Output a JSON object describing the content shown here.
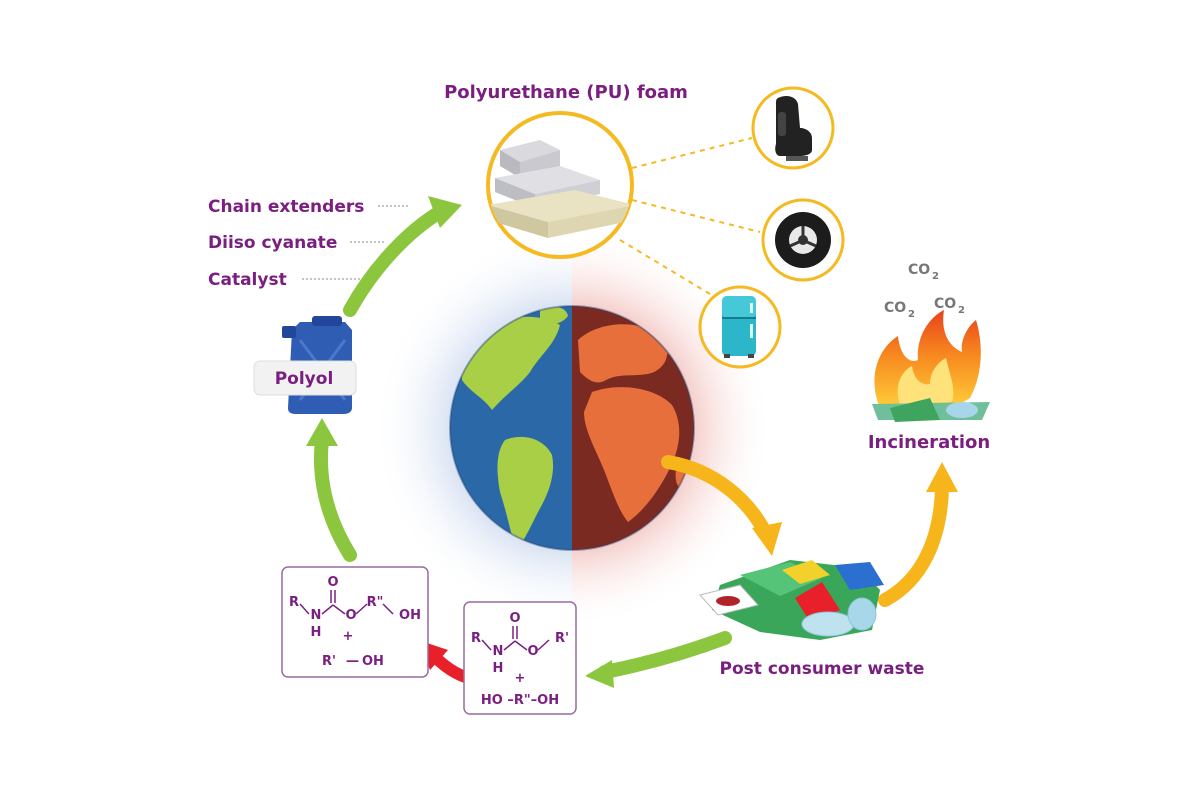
{
  "title": "Polyurethane (PU) foam",
  "inputs": {
    "chain_extenders": "Chain extenders",
    "diisocyanate": "Diiso cyanate",
    "catalyst": "Catalyst"
  },
  "polyol_label": "Polyol",
  "incineration": {
    "label": "Incineration",
    "co2_base": "CO",
    "co2_sub": "2"
  },
  "waste_label": "Post consumer waste",
  "chem_left": {
    "o": "O",
    "r": "R",
    "n": "N",
    "h": "H",
    "o_link": "O",
    "r_dd": "R\"",
    "oh": "OH",
    "plus": "+",
    "r_d": "R'",
    "dash": "—",
    "oh2": "OH"
  },
  "chem_mid": {
    "o": "O",
    "r": "R",
    "n": "N",
    "h": "H",
    "o_link": "O",
    "r_d": "R'",
    "plus": "+",
    "ho_chain": "HO –R\"–OH"
  },
  "colors": {
    "purple": "#7a1f80",
    "green_arrow": "#8cc63f",
    "orange_arrow": "#f7b51c",
    "red_arrow": "#e8202a",
    "ring": "#f5b921",
    "earth_blue": "#2a68a8",
    "earth_land": "#a8cf45",
    "earth_red": "#7b2a22",
    "earth_red_land": "#e76f3c"
  },
  "icons": [
    "car-seat-icon",
    "wheel-icon",
    "refrigerator-icon",
    "jerrycan-icon",
    "fire-icon",
    "plastic-waste-icon",
    "globe-icon",
    "foam-slabs-icon"
  ]
}
